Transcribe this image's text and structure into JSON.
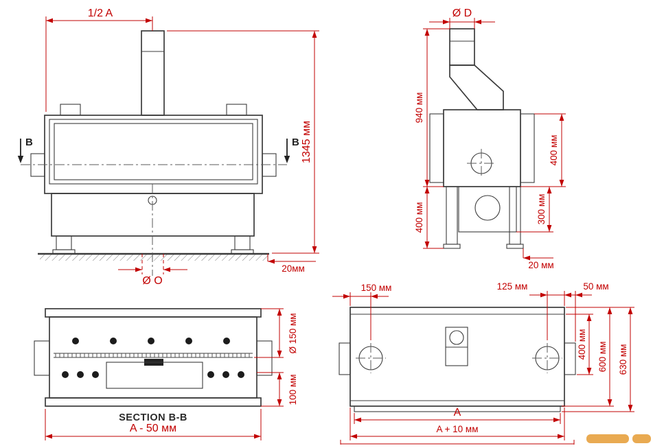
{
  "drawing": {
    "colors": {
      "dimension": "#c20000",
      "outline": "#3b3b3b"
    },
    "front": {
      "half_a": "1/2 A",
      "total_height": "1345 мм",
      "ground_offset": "20мм",
      "flue_diameter": "Ø O",
      "marker_left": "B",
      "marker_right": "B"
    },
    "side": {
      "chimney_diameter": "Ø D",
      "upper_height": "940 мм",
      "leg_height": "400 мм",
      "body_height": "400 мм",
      "lower_height": "300 мм",
      "foot_offset": "20 мм"
    },
    "section": {
      "title": "SECTION B-B",
      "grate_diameter": "Ø 150 мм",
      "bottom_height": "100 мм",
      "width": "A - 50 мм"
    },
    "top": {
      "left_offset": "150 мм",
      "right_offset": "125 мм",
      "edge_offset": "50 мм",
      "depth_400": "400 мм",
      "depth_600": "600 мм",
      "depth_630": "630 мм",
      "length_a": "A",
      "length_a_plus": "A + 10 мм"
    }
  }
}
